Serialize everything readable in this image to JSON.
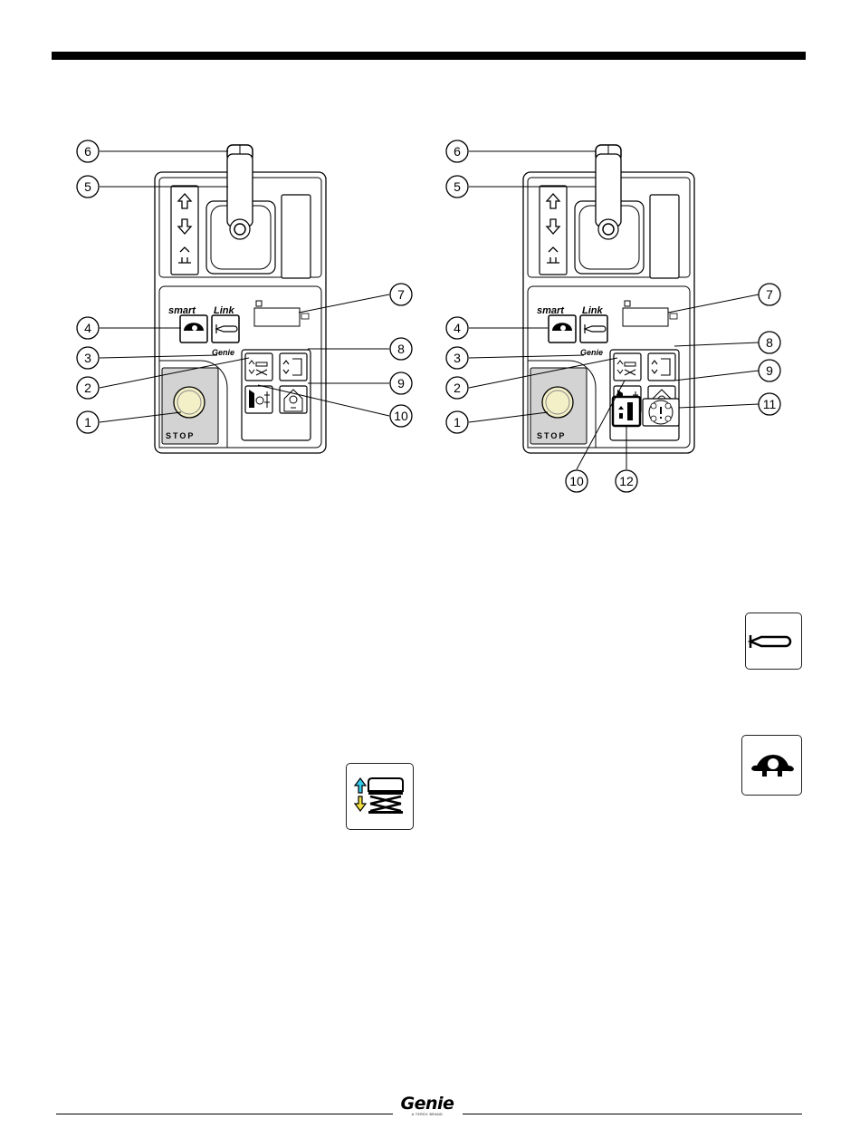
{
  "panel_left": {
    "callouts": [
      "1",
      "2",
      "3",
      "4",
      "5",
      "6",
      "7",
      "8",
      "9",
      "10"
    ],
    "stop_label": "STOP",
    "brand_smart": "smart",
    "brand_link": "Link",
    "brand_genie": "Genie"
  },
  "panel_right": {
    "callouts": [
      "1",
      "2",
      "3",
      "4",
      "5",
      "6",
      "7",
      "8",
      "9",
      "10",
      "11",
      "12"
    ],
    "stop_label": "STOP",
    "brand_smart": "smart",
    "brand_link": "Link",
    "brand_genie": "Genie"
  },
  "standalone_icons": [
    "horn-icon",
    "turtle-icon",
    "lift-icon"
  ],
  "footer": {
    "brand": "Genie",
    "tagline": "A TEREX BRAND"
  },
  "colors": {
    "lift_up_arrow": "#33ccee",
    "lift_down_arrow": "#f2e040",
    "stop_button": "#f3efc6",
    "stop_panel": "#d3d3d3"
  }
}
